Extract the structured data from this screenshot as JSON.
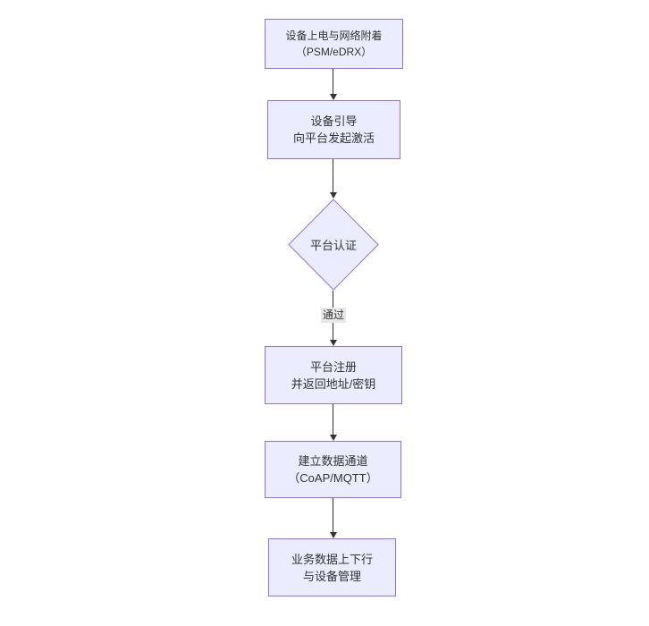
{
  "diagram": {
    "type": "flowchart",
    "direction": "top-down",
    "colors": {
      "background": "#ffffff",
      "node_fill": "#ECECFF",
      "node_border": "#9370DB",
      "edge_line": "#333333",
      "edge_label_bg": "#e8e8e8",
      "text": "#333333"
    },
    "nodes": [
      {
        "id": "power-attach",
        "shape": "rect",
        "lines": [
          "设备上电与网络附着",
          "（PSM/eDRX）"
        ]
      },
      {
        "id": "bootstrap",
        "shape": "rect",
        "lines": [
          "设备引导",
          "向平台发起激活"
        ]
      },
      {
        "id": "auth",
        "shape": "diamond",
        "lines": [
          "平台认证"
        ]
      },
      {
        "id": "register",
        "shape": "rect",
        "lines": [
          "平台注册",
          "并返回地址/密钥"
        ]
      },
      {
        "id": "channel",
        "shape": "rect",
        "lines": [
          "建立数据通道",
          "（CoAP/MQTT）"
        ]
      },
      {
        "id": "business",
        "shape": "rect",
        "lines": [
          "业务数据上下行",
          "与设备管理"
        ]
      }
    ],
    "edges": [
      {
        "from": "power-attach",
        "to": "bootstrap",
        "label": ""
      },
      {
        "from": "bootstrap",
        "to": "auth",
        "label": ""
      },
      {
        "from": "auth",
        "to": "register",
        "label": "通过"
      },
      {
        "from": "register",
        "to": "channel",
        "label": ""
      },
      {
        "from": "channel",
        "to": "business",
        "label": ""
      }
    ]
  }
}
